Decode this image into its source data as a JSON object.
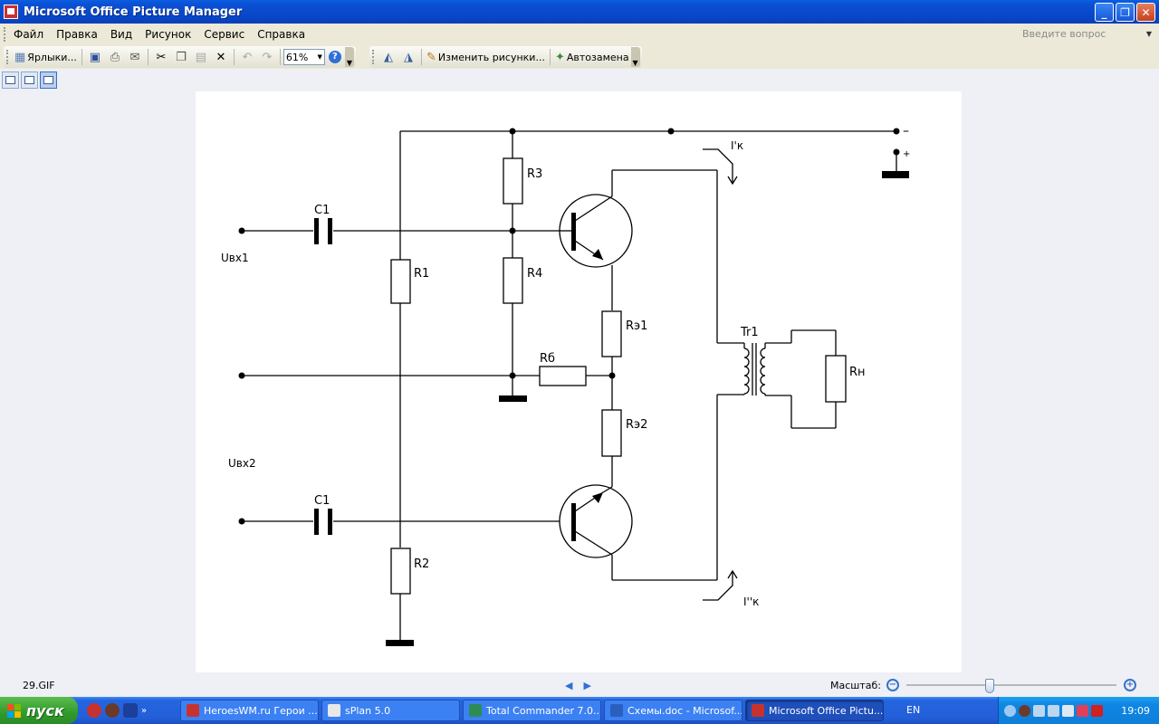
{
  "window": {
    "title": "Microsoft Office Picture Manager",
    "controls": {
      "minimize": "_",
      "maximize": "❐",
      "close": "✕"
    }
  },
  "menu": {
    "items": [
      "Файл",
      "Правка",
      "Вид",
      "Рисунок",
      "Сервис",
      "Справка"
    ],
    "help_placeholder": "Введите вопрос"
  },
  "toolbar": {
    "shortcuts_label": "Ярлыки...",
    "zoom_value": "61%",
    "edit_pictures_label": "Изменить рисунки...",
    "autocorrect_label": "Автозамена"
  },
  "diagram": {
    "labels": {
      "c1_top": "C1",
      "c1_bottom": "C1",
      "r1": "R1",
      "r2": "R2",
      "r3": "R3",
      "r4": "R4",
      "rb": "Rб",
      "re1": "Rэ1",
      "re2": "Rэ2",
      "tr1": "Tr1",
      "rn": "Rн",
      "uin1": "Uвх1",
      "uin2": "Uвх2",
      "ik1": "I'к",
      "ik2": "I''к",
      "minus": "–",
      "plus": "+"
    }
  },
  "status": {
    "file_name": "29.GIF",
    "zoom_label": "Масштаб:",
    "zoom_level": 0.39
  },
  "taskbar": {
    "start_label": "пуск",
    "tasks": [
      {
        "label": "HeroesWM.ru Герои ...",
        "color": "#c8322e",
        "active": false
      },
      {
        "label": "sPlan 5.0",
        "color": "#e8e8e8",
        "active": false
      },
      {
        "label": "Total Commander 7.0...",
        "color": "#2e8b57",
        "active": false
      },
      {
        "label": "Схемы.doc - Microsof...",
        "color": "#2b5fbf",
        "active": false
      },
      {
        "label": "Microsoft Office Pictu...",
        "color": "#c8322e",
        "active": true
      }
    ],
    "language": "EN",
    "clock": "19:09"
  }
}
